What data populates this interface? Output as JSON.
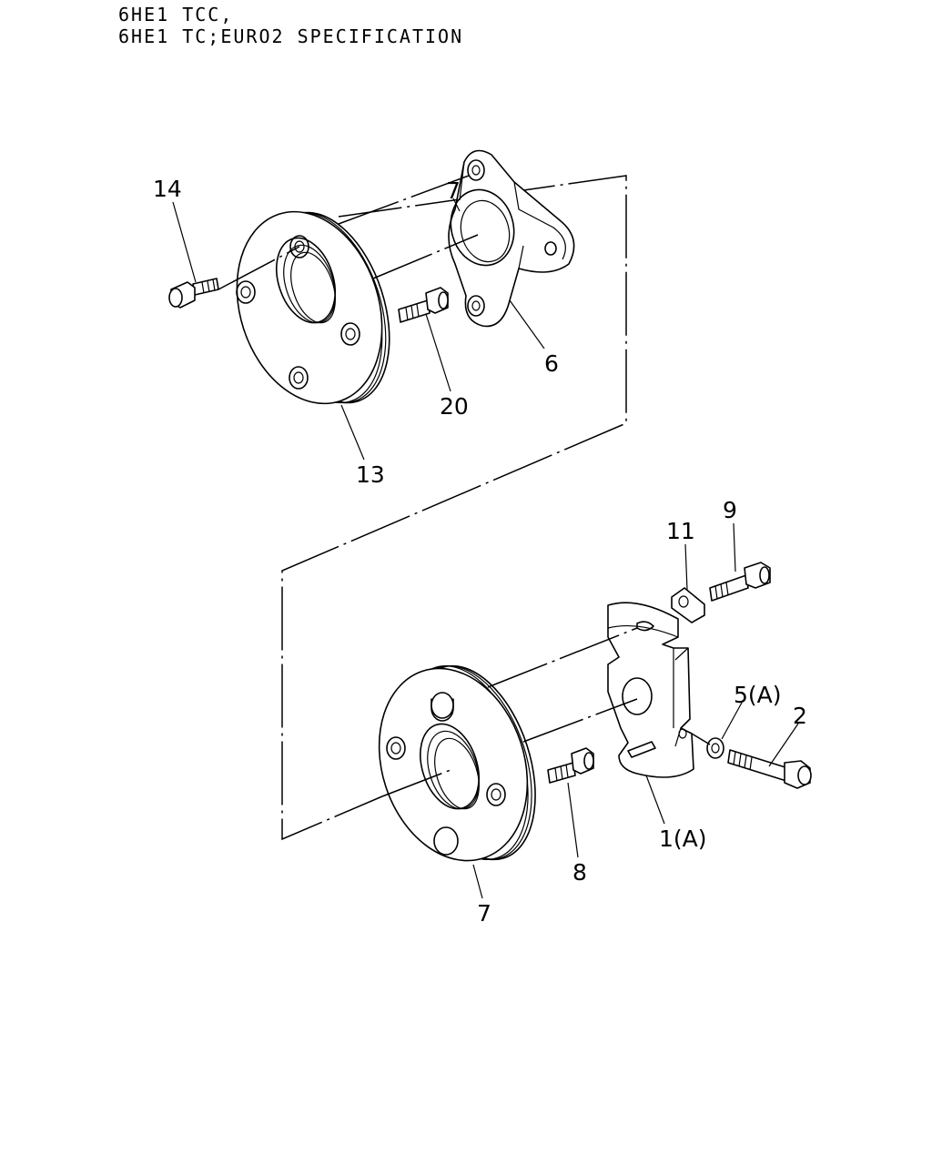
{
  "header": {
    "line1": "6HE1 TCC,",
    "line2": "6HE1 TC;EURO2 SPECIFICATION"
  },
  "callouts": {
    "p14": "14",
    "p7_top": "7",
    "p6": "6",
    "p20": "20",
    "p13": "13",
    "p11": "11",
    "p9": "9",
    "p5": "5(A)",
    "p2": "2",
    "p1": "1(A)",
    "p8": "8",
    "p7": "7"
  }
}
